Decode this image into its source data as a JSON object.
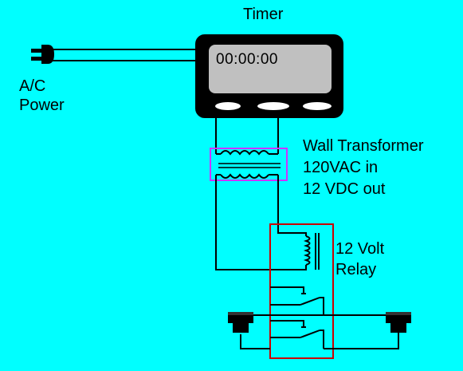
{
  "labels": {
    "timer": "Timer",
    "display": "00:00:00",
    "ac_power_line1": "A/C",
    "ac_power_line2": "Power",
    "transformer_line1": "Wall Transformer",
    "transformer_line2": "120VAC in",
    "transformer_line3": "12 VDC out",
    "relay_line1": "12 Volt",
    "relay_line2": "Relay"
  },
  "colors": {
    "background": "#00ffff",
    "wire": "#000000",
    "timer_body": "#000000",
    "timer_display": "#c0c0c0",
    "timer_buttons": "#ffffff",
    "transformer_box": "#cc33ff",
    "relay_box": "#cc0000"
  },
  "icons": {
    "plug": "ac-plug-icon",
    "outlet_left": "outlet-icon",
    "outlet_right": "outlet-icon",
    "coil": "relay-coil-icon"
  }
}
